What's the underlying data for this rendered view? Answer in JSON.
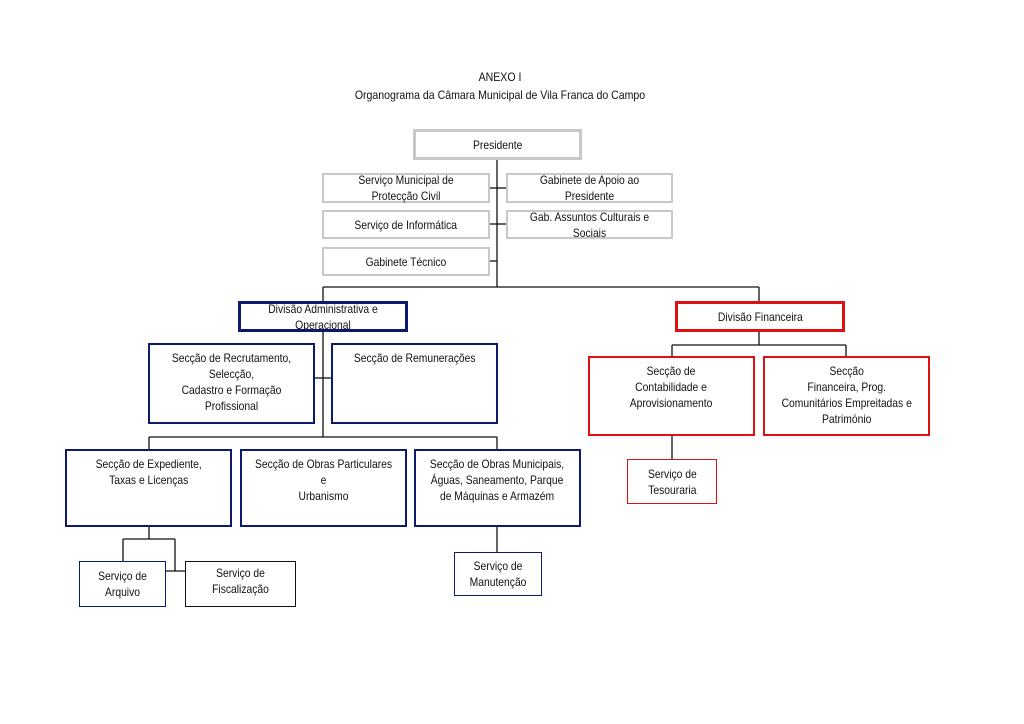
{
  "header": {
    "annex": "ANEXO I",
    "title": "Organograma da Câmara Municipal de Vila Franca do Campo"
  },
  "colors": {
    "gray_border": "#c8c8c8",
    "navy_border": "#0c1a6e",
    "red_border": "#dd1111",
    "line": "#111111"
  },
  "nodes": {
    "presidente": "Presidente",
    "protecao_civil": "Serviço Municipal de Protecção Civil",
    "gabinete_apoio": "Gabinete de Apoio ao Presidente",
    "informatica": "Serviço de Informática",
    "assuntos_culturais": "Gab. Assuntos Culturais e Sociais",
    "gabinete_tecnico": "Gabinete Técnico",
    "div_administrativa": "Divisão Administrativa e Operacional",
    "div_financeira": "Divisão Financeira",
    "recrutamento": "Secção de Recrutamento, Selecção,\nCadastro e Formação Profissional",
    "remuneracoes": "Secção de Remunerações",
    "contabilidade": "Secção de\nContabilidade e\nAprovisionamento",
    "financeira_prog": "Secção\nFinanceira, Prog.\nComunitários Empreitadas e\nPatrimónio",
    "expediente": "Secção de Expediente,\nTaxas e Licenças",
    "obras_particulares": "Secção de Obras Particulares e\nUrbanismo",
    "obras_municipais": "Secção de Obras Municipais,\nÁguas, Saneamento, Parque\nde Máquinas e Armazém",
    "tesouraria": "Serviço de\nTesouraria",
    "arquivo": "Serviço de Arquivo",
    "fiscalizacao": "Serviço de Fiscalização",
    "manutencao": "Serviço de\nManutenção"
  }
}
